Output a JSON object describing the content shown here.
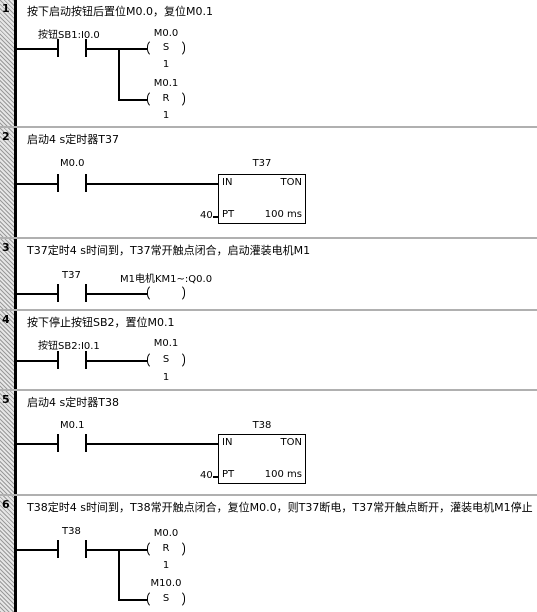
{
  "networks": [
    {
      "number": "1",
      "comment": "按下启动按钮后置位M0.0，复位M0.1",
      "contact": "按钮SB1:I0.0",
      "coil1": {
        "address": "M0.0",
        "op": "S",
        "count": "1"
      },
      "coil2": {
        "address": "M0.1",
        "op": "R",
        "count": "1"
      }
    },
    {
      "number": "2",
      "comment": "启动4 s定时器T37",
      "contact": "M0.0",
      "timer": {
        "name": "T37",
        "type": "TON",
        "in": "IN",
        "pt": "PT",
        "preset": "40",
        "base": "100 ms"
      }
    },
    {
      "number": "3",
      "comment": "T37定时4 s时间到，T37常开触点闭合，启动灌装电机M1",
      "contact": "T37",
      "coil": {
        "address": "M1电机KM1~:Q0.0"
      }
    },
    {
      "number": "4",
      "comment": "按下停止按钮SB2，置位M0.1",
      "contact": "按钮SB2:I0.1",
      "coil": {
        "address": "M0.1",
        "op": "S",
        "count": "1"
      }
    },
    {
      "number": "5",
      "comment": "启动4 s定时器T38",
      "contact": "M0.1",
      "timer": {
        "name": "T38",
        "type": "TON",
        "in": "IN",
        "pt": "PT",
        "preset": "40",
        "base": "100 ms"
      }
    },
    {
      "number": "6",
      "comment": "T38定时4 s时间到，T38常开触点闭合，复位M0.0，则T37断电，T37常开触点断开，灌装电机M1停止",
      "contact": "T38",
      "coil1": {
        "address": "M0.0",
        "op": "R",
        "count": "1"
      },
      "coil2": {
        "address": "M10.0",
        "op": "S"
      }
    }
  ]
}
